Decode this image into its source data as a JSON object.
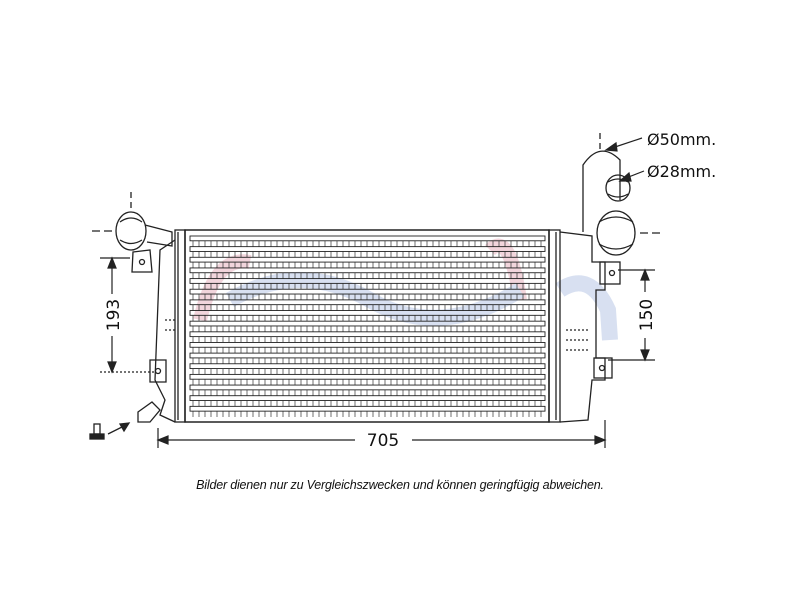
{
  "dimensions": {
    "width": "705",
    "left_height": "193",
    "right_height": "150",
    "outlet_diameter": "Ø50mm.",
    "inlet_diameter": "Ø28mm."
  },
  "caption": "Bilder dienen nur zu Vergleichszwecken und können geringfügig abweichen.",
  "watermark_colors": [
    "#e8b4c0",
    "#b9c8e6"
  ],
  "core": {
    "tube_count": 17
  }
}
